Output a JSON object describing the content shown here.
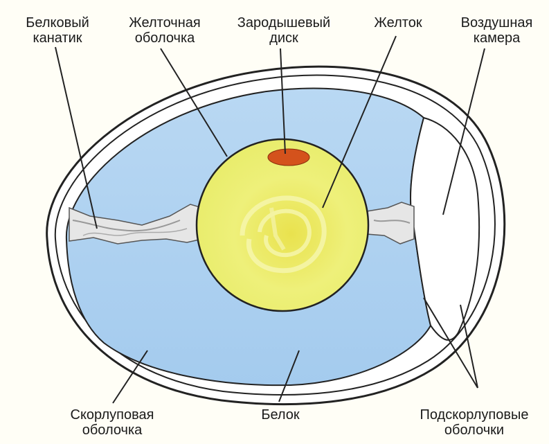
{
  "labels": {
    "chalaza": {
      "line1": "Белковый",
      "line2": "канатик"
    },
    "vitelline_membrane": {
      "line1": "Желточная",
      "line2": "оболочка"
    },
    "germinal_disc": {
      "line1": "Зародышевый",
      "line2": "диск"
    },
    "yolk": {
      "line1": "Желток"
    },
    "air_cell": {
      "line1": "Воздушная",
      "line2": "камера"
    },
    "shell": {
      "line1": "Скорлуповая",
      "line2": "оболочка"
    },
    "albumen": {
      "line1": "Белок"
    },
    "shell_membranes": {
      "line1": "Подскорлуповые",
      "line2": "оболочки"
    }
  },
  "colors": {
    "background": "#fffef6",
    "shell": "#ffffff",
    "albumen": "#a9cdee",
    "yolk": "#eef07a",
    "yolk_center": "#e9e24e",
    "germinal_disc": "#d4521c",
    "outline": "#222222"
  }
}
